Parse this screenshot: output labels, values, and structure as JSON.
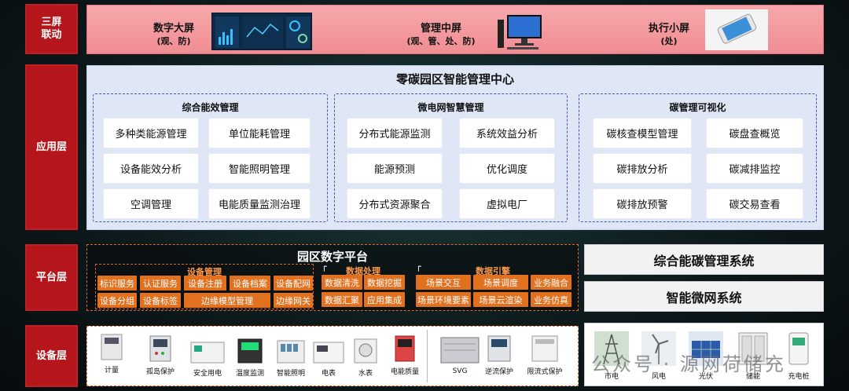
{
  "layers": {
    "screens": "三屏\n联动",
    "application": "应用层",
    "platform": "平台层",
    "device": "设备层"
  },
  "screens": [
    {
      "title": "数字大屏",
      "sub": "(观、防)"
    },
    {
      "title": "管理中屏",
      "sub": "(观、管、处、防)"
    },
    {
      "title": "执行小屏",
      "sub": "(处)"
    }
  ],
  "application": {
    "title": "零碳园区智能管理中心",
    "groups": [
      {
        "title": "综合能效管理",
        "items": [
          "多种类能源管理",
          "单位能耗管理",
          "设备能效分析",
          "智能照明管理",
          "空调管理",
          "电能质量监测治理"
        ]
      },
      {
        "title": "微电网智慧管理",
        "items": [
          "分布式能源监测",
          "系统效益分析",
          "能源预测",
          "优化调度",
          "分布式资源聚合",
          "虚拟电厂"
        ]
      },
      {
        "title": "碳管理可视化",
        "items": [
          "碳核查模型管理",
          "碳盘查概览",
          "碳排放分析",
          "碳减排监控",
          "碳排放预警",
          "碳交易查看"
        ]
      }
    ]
  },
  "platform": {
    "title": "园区数字平台",
    "device_mgmt": {
      "title": "设备管理",
      "row1": [
        "标识服务",
        "认证服务",
        "设备注册",
        "设备档案",
        "设备配网"
      ],
      "row2": [
        "设备分组",
        "设备标签",
        "边缘模型管理",
        "边缘网关"
      ]
    },
    "data_proc": {
      "title": "数据处理",
      "items": [
        "数据清洗",
        "数据挖掘",
        "数据汇聚",
        "应用集成"
      ]
    },
    "data_engine": {
      "title": "数据引擎",
      "items": [
        "场景交互",
        "场景调度",
        "业务融合",
        "场景环境要素",
        "场景云渲染",
        "业务仿真"
      ]
    },
    "systems": [
      "综合能碳管理系统",
      "智能微网系统"
    ]
  },
  "devices": {
    "items": [
      "计量",
      "孤岛保护",
      "安全用电",
      "温度监测",
      "智能照明",
      "电表",
      "水表",
      "电能质量",
      "SVG",
      "逆流保护",
      "限流式保护"
    ],
    "energy": [
      "市电",
      "风电",
      "光伏",
      "储能",
      "充电桩"
    ],
    "watermark": "公众号 · 源网荷储充"
  },
  "colors": {
    "layer_red": "#b5161b",
    "screen_band": "#f4a0a5",
    "app_band": "#dfe7f6",
    "group_border": "#3e5aa8",
    "platform_orange": "#e2711f"
  }
}
